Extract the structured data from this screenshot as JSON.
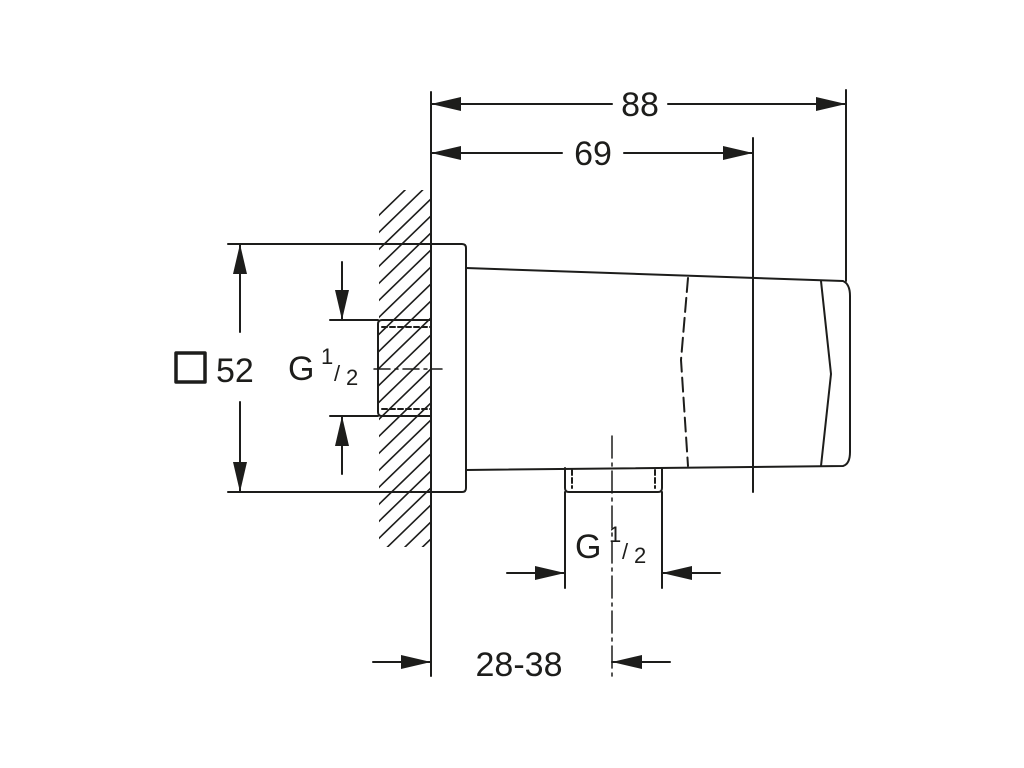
{
  "drawing": {
    "line_color": "#1d1d1b",
    "background": "#ffffff",
    "dimensions": {
      "overall_depth": "88",
      "body_depth": "69",
      "square_symbol": "□",
      "square_size": "52",
      "wall_thread": {
        "letter": "G",
        "numerator": "1",
        "slash": "/",
        "denominator": "2"
      },
      "outlet_thread": {
        "letter": "G",
        "numerator": "1",
        "slash": "/",
        "denominator": "2"
      },
      "outlet_position": "28-38"
    }
  }
}
